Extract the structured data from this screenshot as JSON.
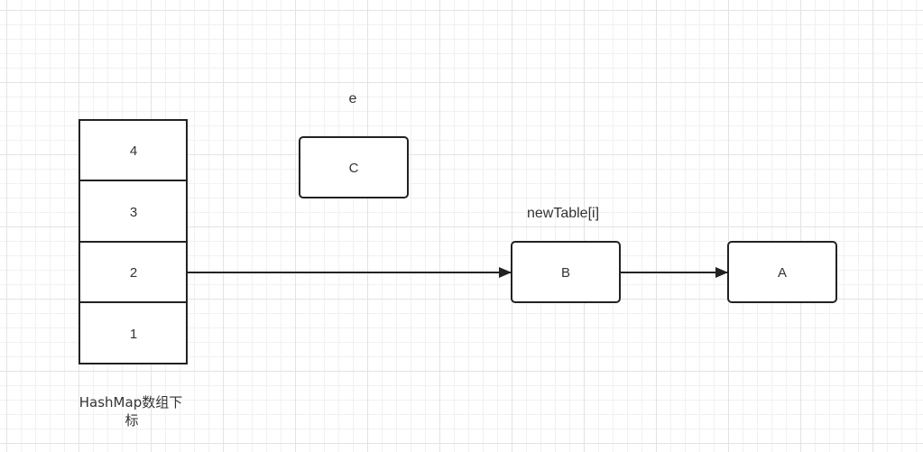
{
  "array": {
    "cells": [
      "4",
      "3",
      "2",
      "1"
    ],
    "caption_line1": "HashMap数组下",
    "caption_line2": "标"
  },
  "nodes": {
    "c": {
      "label": "C",
      "title": "e"
    },
    "b": {
      "label": "B",
      "title": "newTable[i]"
    },
    "a": {
      "label": "A"
    }
  },
  "colors": {
    "stroke": "#222222",
    "text": "#333333"
  }
}
